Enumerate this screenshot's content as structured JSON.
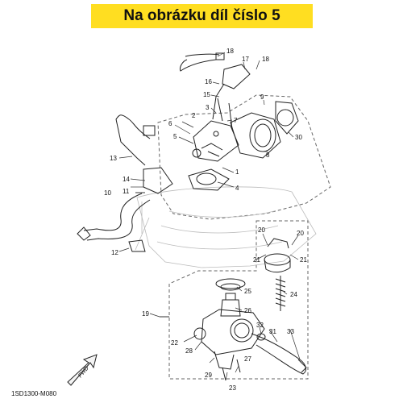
{
  "banner": {
    "title": "Na obrázku díl číslo 5",
    "bg_color": "#ffde21"
  },
  "diagram": {
    "fwd_label": "FWD",
    "code": "1SD1300-M080",
    "callouts": {
      "p1": "1",
      "p2": "2",
      "p3": "3",
      "p4": "4",
      "p5": "5",
      "p6": "6",
      "p7": "7",
      "p8": "8",
      "p9": "9",
      "p10": "10",
      "p11": "11",
      "p12": "12",
      "p13": "13",
      "p14": "14",
      "p15": "15",
      "p16": "16",
      "p17": "17",
      "p18a": "18",
      "p18b": "18",
      "p19": "19",
      "p20a": "20",
      "p20b": "20",
      "p21a": "21",
      "p21b": "21",
      "p22": "22",
      "p23": "23",
      "p24": "24",
      "p25": "25",
      "p26": "26",
      "p27": "27",
      "p28": "28",
      "p29": "29",
      "p30": "30",
      "p31": "31",
      "p32": "32",
      "p33": "33"
    }
  }
}
